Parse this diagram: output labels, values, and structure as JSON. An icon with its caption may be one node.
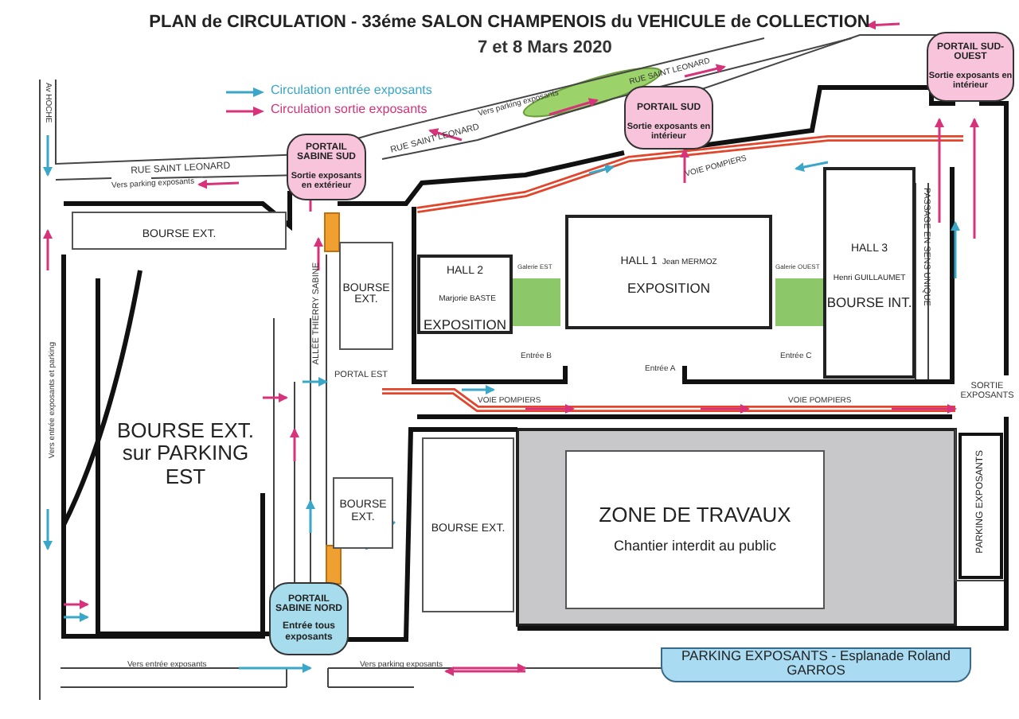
{
  "diagram": {
    "title": "PLAN de CIRCULATION - 33éme SALON CHAMPENOIS du VEHICULE de COLLECTION",
    "nodes": [
      {
        "text": [
          "PORTAIL SABINE SUD",
          "Sortie exposants en extérieur"
        ]
      },
      {
        "text": [
          "PORTAIL SUD",
          "Sortie exposants en intérieur"
        ]
      },
      {
        "text": [
          "PORTAIL SUD-OUEST",
          "Sortie exposants en intérieur"
        ]
      },
      {
        "text": [
          "BOURSE EXT."
        ]
      },
      {
        "text": [
          "BOURSE EXT."
        ]
      },
      {
        "text": [
          "HALL 2",
          "Marjorie BASTE",
          "EXPOSITION"
        ]
      },
      {
        "text": [
          "HALL 1",
          "Jean MERMOZ",
          "EXPOSITION"
        ]
      },
      {
        "text": [
          "HALL 3",
          "Henri GUILLAUMET",
          "BOURSE INT."
        ]
      },
      {
        "text": [
          "BOURSE EXT. sur PARKING EST"
        ]
      },
      {
        "text": [
          "BOURSE EXT."
        ]
      },
      {
        "text": [
          "BOURSE EXT."
        ]
      },
      {
        "text": [
          "ZONE DE TRAVAUX",
          "Chantier interdit au public"
        ]
      },
      {
        "text": [
          "PARKING EXPOSANTS"
        ]
      },
      {
        "text": [
          "PORTAIL SABINE NORD",
          "Entrée tous exposants"
        ]
      },
      {
        "text": [
          "PARKING EXPOSANTS - Esplanade Roland GARROS"
        ]
      }
    ],
    "labels": [
      "7 et 8 Mars 2020",
      "Av HOCHE",
      "RUE SAINT LEONARD",
      "RUE SAINT LEONARD",
      "Vers parking exposants",
      "RUE SAINT LEONARD",
      "Vers parking exposants",
      "Galerie EST",
      "Galerie OUEST",
      "VOIE POMPIERS",
      "PASSAGE EN SENS UNIQUE",
      "ALLÉE THIERRY SABINE",
      "PORTAL EST",
      "Entrée B",
      "Entrée A",
      "Entrée C",
      "VOIE POMPIERS",
      "VOIE POMPIERS",
      "SORTIE EXPOSANTS",
      "Vers entrée exposants et parking",
      "Vers entrée exposants",
      "Vers parking exposants"
    ],
    "legend": [
      {
        "text": "Circulation entrée exposants"
      },
      {
        "text": "Circulation sortie exposants"
      }
    ]
  }
}
